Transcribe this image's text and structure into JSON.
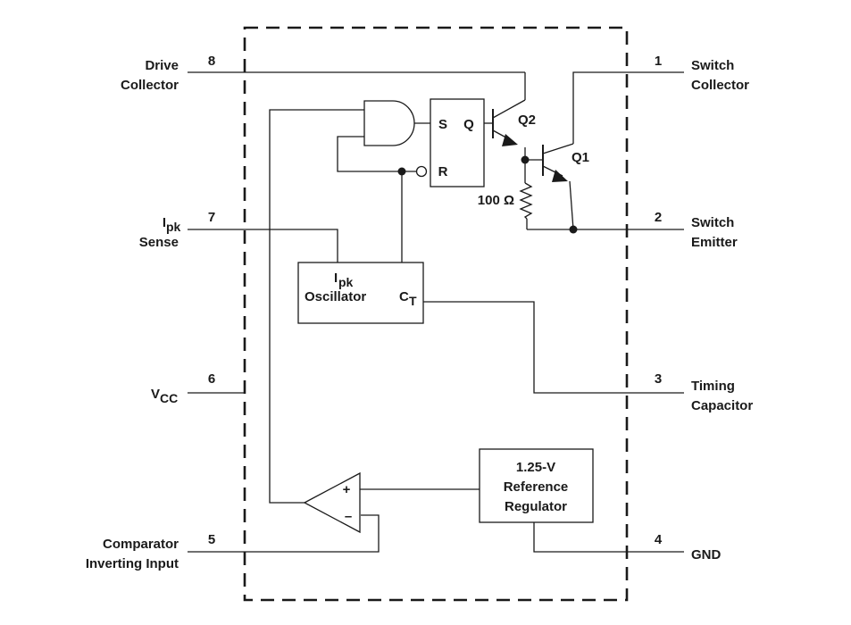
{
  "pins": {
    "p8": {
      "number": "8",
      "line1": "Drive",
      "line2": "Collector"
    },
    "p7": {
      "number": "7",
      "main": "I",
      "sub": "pk",
      "line2": "Sense"
    },
    "p6": {
      "number": "6",
      "main": "V",
      "sub": "CC"
    },
    "p5": {
      "number": "5",
      "line1": "Comparator",
      "line2": "Inverting Input"
    },
    "p1": {
      "number": "1",
      "line1": "Switch",
      "line2": "Collector"
    },
    "p2": {
      "number": "2",
      "line1": "Switch",
      "line2": "Emitter"
    },
    "p3": {
      "number": "3",
      "line1": "Timing",
      "line2": "Capacitor"
    },
    "p4": {
      "number": "4",
      "line1": "GND"
    }
  },
  "flipflop": {
    "s": "S",
    "r": "R",
    "q": "Q"
  },
  "transistors": {
    "q2": "Q2",
    "q1": "Q1"
  },
  "resistor": {
    "value": "100 Ω"
  },
  "oscillator": {
    "main": "I",
    "sub": "pk",
    "line2": "Oscillator",
    "ct_main": "C",
    "ct_sub": "T"
  },
  "regulator": {
    "line1": "1.25-V",
    "line2": "Reference",
    "line3": "Regulator"
  },
  "comparator": {
    "plus": "+",
    "minus": "–"
  }
}
